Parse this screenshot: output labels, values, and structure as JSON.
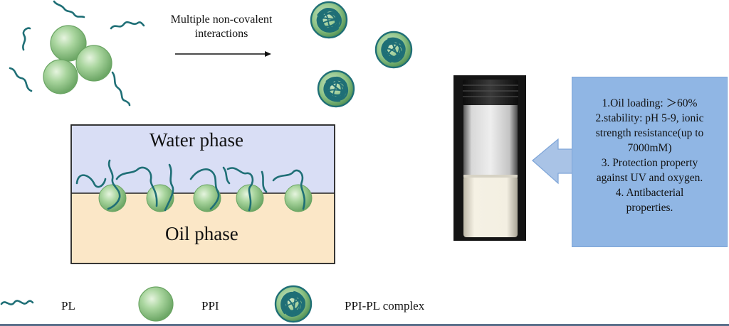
{
  "top_arrow_label": [
    "Multiple non-covalent",
    "interactions"
  ],
  "phases": {
    "water": "Water phase",
    "oil": "Oil phase"
  },
  "properties": [
    "1.Oil loading: ＞60%",
    "2.stability: pH 5-9, ionic",
    "strength resistance(up to",
    "7000mM)",
    "3. Protection property",
    "against UV and oxygen.",
    "4. Antibacterial",
    "properties."
  ],
  "legend": {
    "pl": "PL",
    "ppi": "PPI",
    "complex": "PPI-PL complex"
  },
  "colors": {
    "sphere": "#9fce95",
    "polymer": "#1f6f76",
    "water": "#d9def5",
    "oil": "#fbe7c7",
    "info_box": "#90b6e4",
    "emulsion": "#f7f3e6"
  },
  "icons": [
    "pl-strand-icon",
    "ppi-sphere-icon",
    "ppi-pl-complex-icon",
    "vial-photo",
    "callout-arrow-icon"
  ]
}
